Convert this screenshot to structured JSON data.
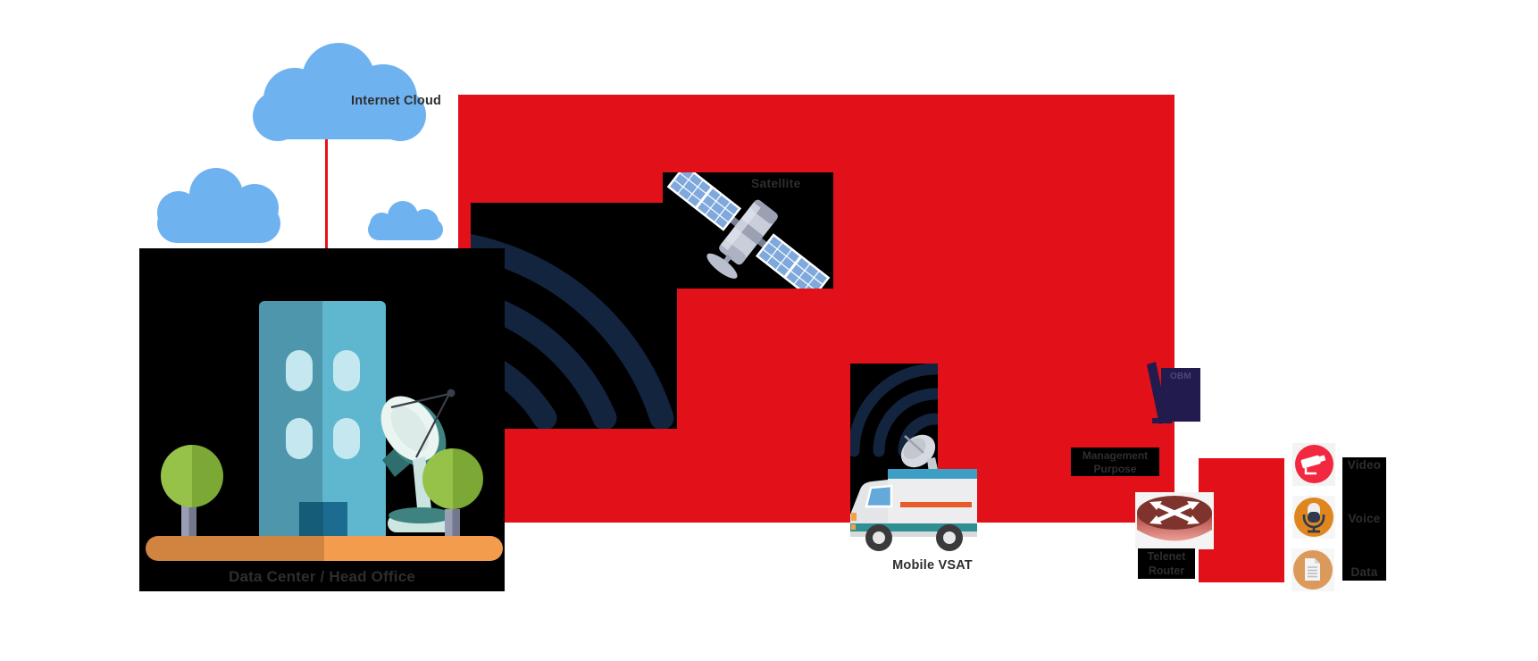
{
  "diagram": {
    "type": "satellite-network-architecture",
    "nodes": {
      "internet_cloud": {
        "label": "Internet Cloud"
      },
      "data_center": {
        "label": "Data Center / Head Office"
      },
      "satellite": {
        "label": "Satellite"
      },
      "mobile_vsat": {
        "label": "Mobile VSAT"
      },
      "obm": {
        "label": "OBM"
      },
      "management": {
        "line1": "Management",
        "line2": "Purpose"
      },
      "telenet_router": {
        "line1": "Telenet",
        "line2": "Router"
      },
      "services": [
        {
          "label": "Video"
        },
        {
          "label": "Voice"
        },
        {
          "label": "Data"
        }
      ]
    },
    "colors": {
      "backdrop_red": "#E11019",
      "signal_wave_navy": "#13243E",
      "cloud_blue": "#6FB2F0",
      "label_text": "#2E2E2E",
      "label_bg": "#000000",
      "ground_orange": "#F39C4D",
      "building_teal": "#5EB7CE",
      "video_icon_red": "#F22740",
      "voice_icon_orange": "#E0861F",
      "data_icon_tan": "#DB9A5C",
      "obm_navy": "#221B4E",
      "router_maroon": "#7E342C"
    }
  }
}
